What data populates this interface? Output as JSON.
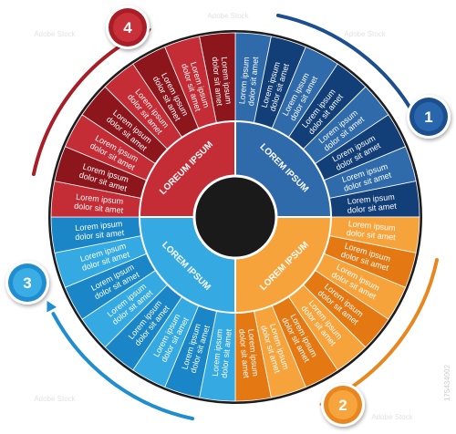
{
  "quadrants": [
    {
      "name": "q1",
      "number": "1",
      "title": "LOREM IPSUM",
      "colors": {
        "light": "#2f6aab",
        "dark": "#123f78",
        "badge": "#1b4f8e",
        "badgeInner": "#2a66ac"
      },
      "items": [
        {
          "l1": "Lorem ipsum",
          "l2": "dolor sit amet"
        },
        {
          "l1": "Lorem ipsum",
          "l2": "dolor sit amet"
        },
        {
          "l1": "Lorem ipsum",
          "l2": "dolor sit amet"
        },
        {
          "l1": "Lorem ipsum",
          "l2": "dolor sit amet"
        },
        {
          "l1": "Lorem ipsum",
          "l2": "dolor sit amet"
        },
        {
          "l1": "Lorem ipsum",
          "l2": "dolor sit amet"
        },
        {
          "l1": "Lorem ipsum",
          "l2": "dolor sit amet"
        },
        {
          "l1": "Lorem ipsum",
          "l2": "dolor sit amet"
        }
      ]
    },
    {
      "name": "q2",
      "number": "2",
      "title": "LOREM IPSUM",
      "colors": {
        "light": "#f7a33b",
        "dark": "#e47914",
        "badge": "#e8871f",
        "badgeInner": "#f6a53e"
      },
      "items": [
        {
          "l1": "Lorem ipsum",
          "l2": "dolor sit amet"
        },
        {
          "l1": "Lorem ipsum",
          "l2": "dolor sit amet"
        },
        {
          "l1": "Lorem ipsum",
          "l2": "dolor sit amet"
        },
        {
          "l1": "Lorem ipsum",
          "l2": "dolor sit amet"
        },
        {
          "l1": "Lorem ipsum",
          "l2": "dolor sit amet"
        },
        {
          "l1": "Lorem ipsum",
          "l2": "dolor sit amet"
        },
        {
          "l1": "Lorem ipsum",
          "l2": "dolor sit amet"
        },
        {
          "l1": "Lorem ipsum",
          "l2": "dolor sit amet"
        }
      ]
    },
    {
      "name": "q3",
      "number": "3",
      "title": "LOREM IPSUM",
      "colors": {
        "light": "#35a9e1",
        "dark": "#1a86c7",
        "badge": "#1f8ed0",
        "badgeInner": "#3aaee4"
      },
      "items": [
        {
          "l1": "Lorem ipsum",
          "l2": "dolor sit amet"
        },
        {
          "l1": "Lorem ipsum",
          "l2": "dolor sit amet"
        },
        {
          "l1": "Lorem ipsum",
          "l2": "dolor sit amet"
        },
        {
          "l1": "Lorem ipsum",
          "l2": "dolor sit amet"
        },
        {
          "l1": "Lorem ipsum",
          "l2": "dolor sit amet"
        },
        {
          "l1": "Lorem ipsum",
          "l2": "dolor sit amet"
        },
        {
          "l1": "Lorem ipsum",
          "l2": "dolor sit amet"
        },
        {
          "l1": "Lorem ipsum",
          "l2": "dolor sit amet"
        }
      ]
    },
    {
      "name": "q4",
      "number": "4",
      "title": "LOREUM IPSUM",
      "colors": {
        "light": "#c42d36",
        "dark": "#8d151c",
        "badge": "#a81d26",
        "badgeInner": "#c8303a"
      },
      "items": [
        {
          "l1": "Lorem ipsum",
          "l2": "dolor sit amet"
        },
        {
          "l1": "Lorem ipsum",
          "l2": "dolor sit amet"
        },
        {
          "l1": "Lorem ipsum",
          "l2": "dolor sit amet"
        },
        {
          "l1": "Lorem ipsum",
          "l2": "dolor sit amet"
        },
        {
          "l1": "Lorem ipsum",
          "l2": "dolor sit amet"
        },
        {
          "l1": "Lorem ipsum",
          "l2": "dolor sit amet"
        },
        {
          "l1": "Lorem ipsum",
          "l2": "dolor sit amet"
        },
        {
          "l1": "Lorem ipsum",
          "l2": "dolor sit amet"
        }
      ]
    }
  ],
  "center_color": "#1a1a1a",
  "ring_border_color": "#1d1d1d",
  "stock_id": "175434002",
  "watermark_text": "Adobe Stock"
}
